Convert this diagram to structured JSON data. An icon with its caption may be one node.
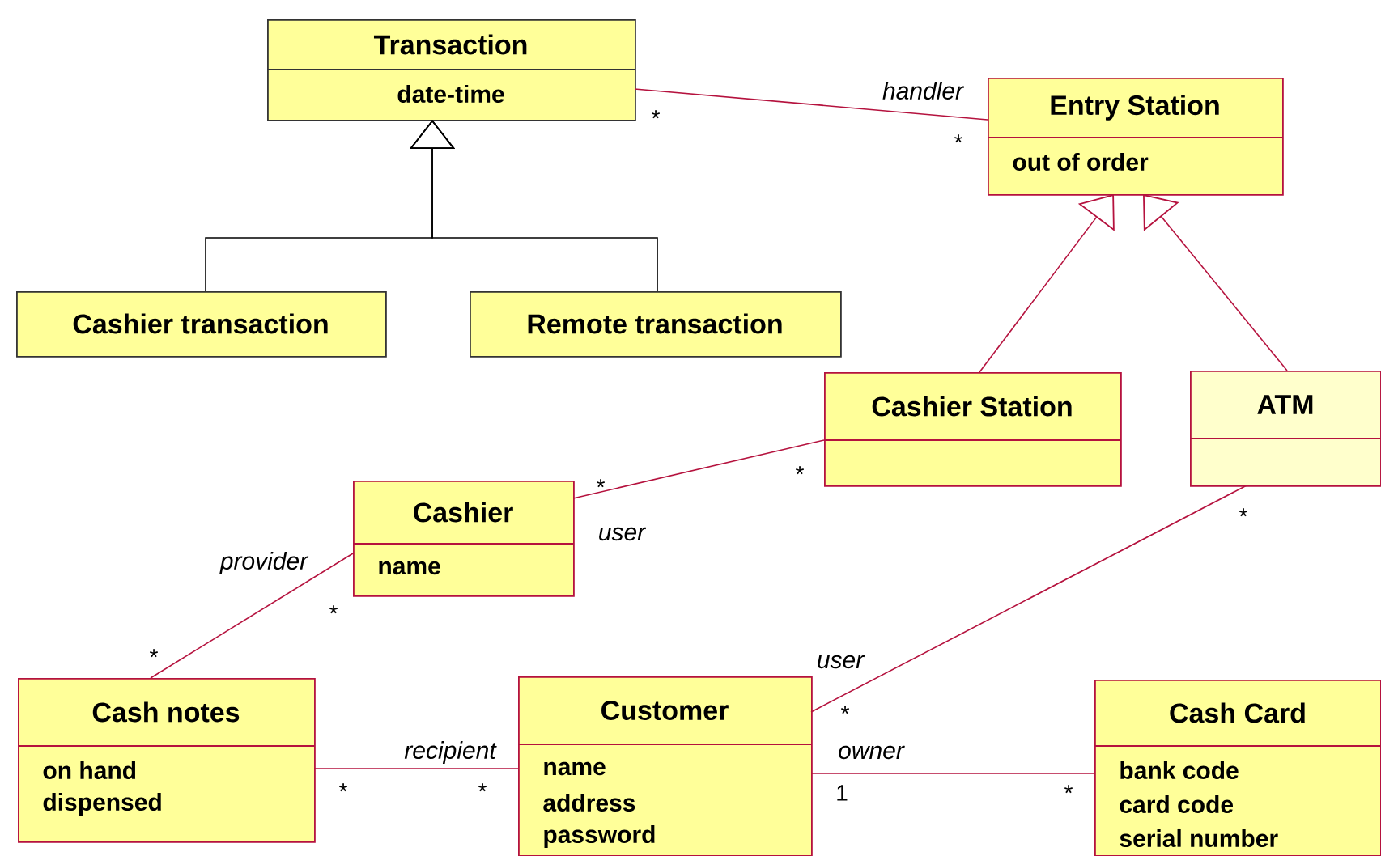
{
  "diagram": {
    "nodes": [
      {
        "text": [
          "Transaction",
          "date-time"
        ]
      },
      {
        "text": [
          "Cashier transaction"
        ]
      },
      {
        "text": [
          "Remote transaction"
        ]
      },
      {
        "text": [
          "Entry Station",
          "out of order"
        ]
      },
      {
        "text": [
          "Cashier Station"
        ]
      },
      {
        "text": [
          "ATM"
        ]
      },
      {
        "text": [
          "Cashier",
          "name"
        ]
      },
      {
        "text": [
          "Cash notes",
          "on hand",
          "dispensed"
        ]
      },
      {
        "text": [
          "Customer",
          "name",
          "address",
          "password"
        ]
      },
      {
        "text": [
          "Cash Card",
          "bank code",
          "card code",
          "serial number"
        ]
      }
    ],
    "edges": [
      {
        "from": 1,
        "to": 0,
        "arrow": "to",
        "color": "#000000"
      },
      {
        "from": 2,
        "to": 0,
        "arrow": "to",
        "color": "#000000"
      },
      {
        "from": 0,
        "to": 3,
        "arrow": "none",
        "label": "handler"
      },
      {
        "from": 4,
        "to": 3,
        "arrow": "to"
      },
      {
        "from": 5,
        "to": 3,
        "arrow": "to"
      },
      {
        "from": 4,
        "to": 6,
        "arrow": "none",
        "label": "user"
      },
      {
        "from": 6,
        "to": 7,
        "arrow": "none",
        "label": "provider"
      },
      {
        "from": 5,
        "to": 8,
        "arrow": "none",
        "label": "user"
      },
      {
        "from": 7,
        "to": 8,
        "arrow": "none",
        "label": "recipient"
      },
      {
        "from": 8,
        "to": 9,
        "arrow": "none",
        "label": "owner"
      }
    ],
    "labels": [
      "*",
      "*",
      "*",
      "*",
      "*",
      "*",
      "*",
      "*",
      "*",
      "*",
      "1",
      "*"
    ]
  }
}
